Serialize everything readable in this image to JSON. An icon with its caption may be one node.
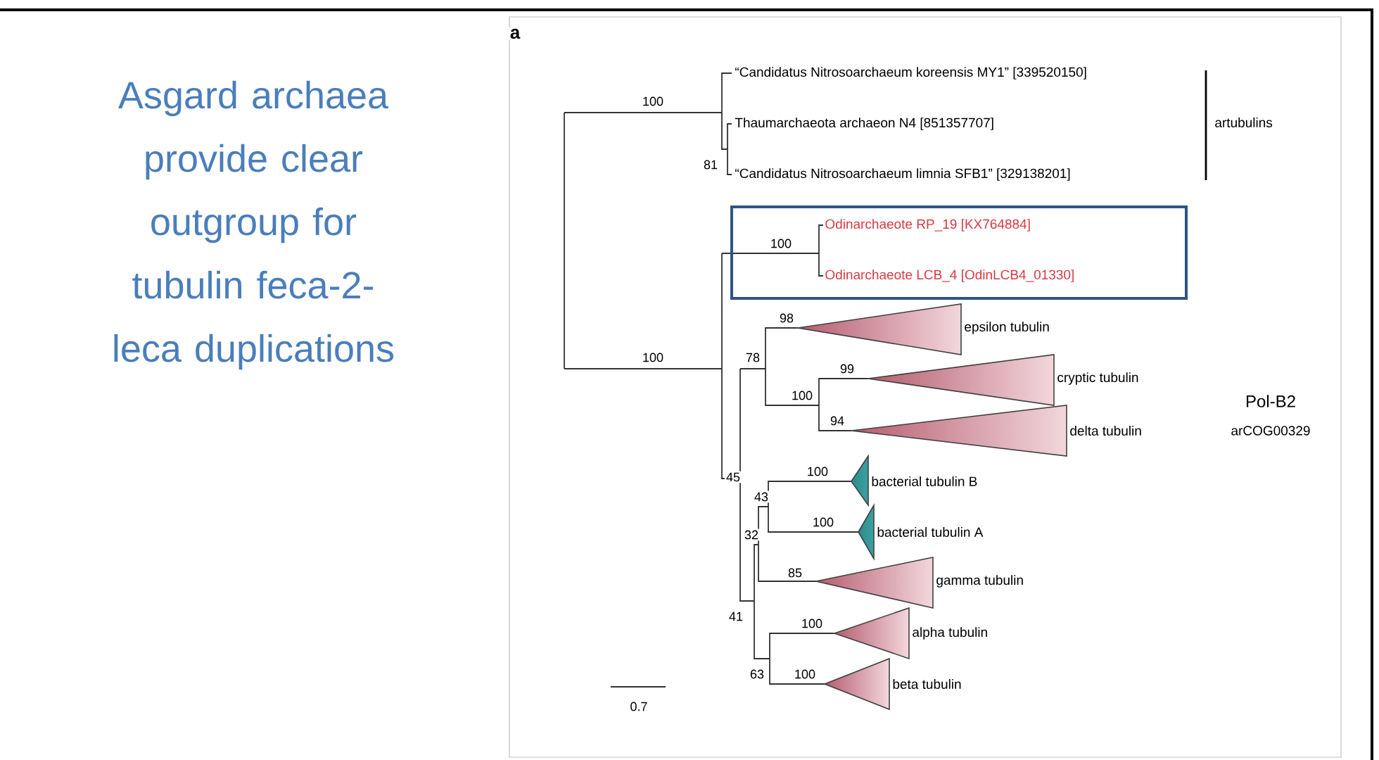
{
  "diagram": {
    "title": "Asgard archaea provide clear outgroup for tubulin feca-2-leca duplications",
    "nodes": [
      {
        "text": [
          "Odinarchaeote RP_19 [KX764884]",
          "Odinarchaeote LCB_4 [OdinLCB4_01330]"
        ]
      },
      {
        "text": [],
        "shape": "triangle",
        "beside": [
          "epsilon tubulin"
        ]
      },
      {
        "text": [],
        "shape": "triangle",
        "beside": [
          "cryptic tubulin"
        ]
      },
      {
        "text": [],
        "shape": "triangle",
        "beside": [
          "delta tubulin"
        ]
      },
      {
        "text": [],
        "shape": "triangle",
        "beside": [
          "bacterial tubulin B"
        ]
      },
      {
        "text": [],
        "shape": "triangle",
        "beside": [
          "bacterial tubulin A"
        ]
      },
      {
        "text": [],
        "shape": "triangle",
        "beside": [
          "gamma tubulin"
        ]
      },
      {
        "text": [],
        "shape": "triangle",
        "beside": [
          "alpha tubulin"
        ]
      },
      {
        "text": [],
        "shape": "triangle",
        "beside": [
          "beta tubulin"
        ]
      }
    ],
    "labels": [
      "a",
      "“Candidatus Nitrosoarchaeum koreensis MY1” [339520150]",
      "100",
      "Thaumarchaeota archaeon N4 [851357707]",
      "81",
      "“Candidatus Nitrosoarchaeum limnia SFB1” [329138201]",
      "artubulins",
      "100",
      "98",
      "100",
      "78",
      "99",
      "100",
      "Pol-B2",
      "94",
      "arCOG00329",
      "45",
      "100",
      "43",
      "32",
      "100",
      "85",
      "41",
      "100",
      "63",
      "100",
      "0.7"
    ]
  }
}
